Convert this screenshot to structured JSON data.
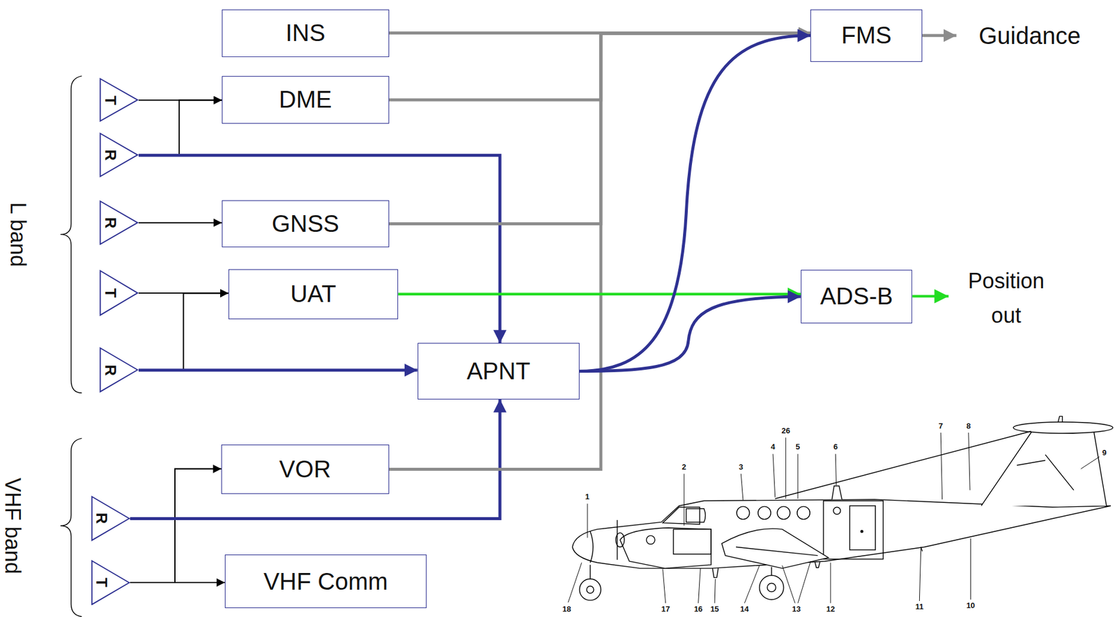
{
  "diagram": {
    "nodes": [
      {
        "text": [
          "INS"
        ]
      },
      {
        "text": [
          "T"
        ]
      },
      {
        "text": [
          "R"
        ]
      },
      {
        "text": [
          "DME"
        ]
      },
      {
        "text": [
          "R"
        ]
      },
      {
        "text": [
          "GNSS"
        ]
      },
      {
        "text": [
          "T"
        ]
      },
      {
        "text": [
          "R"
        ]
      },
      {
        "text": [
          "UAT"
        ]
      },
      {
        "text": [
          "APNT"
        ]
      },
      {
        "text": [
          "R"
        ]
      },
      {
        "text": [
          "T"
        ]
      },
      {
        "text": [
          "VOR"
        ]
      },
      {
        "text": [
          "VHF Comm"
        ]
      },
      {
        "text": [
          "FMS"
        ]
      },
      {
        "text": [
          "ADS-B"
        ]
      }
    ],
    "edges": [
      {
        "from": 1,
        "to": 3,
        "arrow": "to"
      },
      {
        "from": 2,
        "to": 3,
        "arrow": "to"
      },
      {
        "from": 2,
        "to": 9,
        "arrow": "to"
      },
      {
        "from": 4,
        "to": 5,
        "arrow": "to"
      },
      {
        "from": 6,
        "to": 8,
        "arrow": "to"
      },
      {
        "from": 7,
        "to": 8,
        "arrow": "to"
      },
      {
        "from": 7,
        "to": 9,
        "arrow": "to"
      },
      {
        "from": 10,
        "to": 12,
        "arrow": "to"
      },
      {
        "from": 10,
        "to": 13,
        "arrow": "to"
      },
      {
        "from": 11,
        "to": 12,
        "arrow": "to"
      },
      {
        "from": 11,
        "to": 13,
        "arrow": "to"
      },
      {
        "from": 10,
        "to": 9,
        "arrow": "to"
      },
      {
        "from": 0,
        "to": 14,
        "arrow": "to"
      },
      {
        "from": 3,
        "to": 14,
        "arrow": "to"
      },
      {
        "from": 5,
        "to": 14,
        "arrow": "to"
      },
      {
        "from": 12,
        "to": 14,
        "arrow": "to"
      },
      {
        "from": 8,
        "to": 15,
        "arrow": "to"
      },
      {
        "from": 9,
        "to": 14,
        "arrow": "to"
      },
      {
        "from": 9,
        "to": 15,
        "arrow": "to"
      }
    ],
    "labels": [
      "L band",
      "VHF band",
      "Guidance",
      "Position out",
      "1",
      "2",
      "3",
      "4",
      "26",
      "5",
      "6",
      "7",
      "8",
      "9",
      "18",
      "17",
      "16",
      "15",
      "14",
      "13",
      "12",
      "11",
      "10"
    ]
  }
}
